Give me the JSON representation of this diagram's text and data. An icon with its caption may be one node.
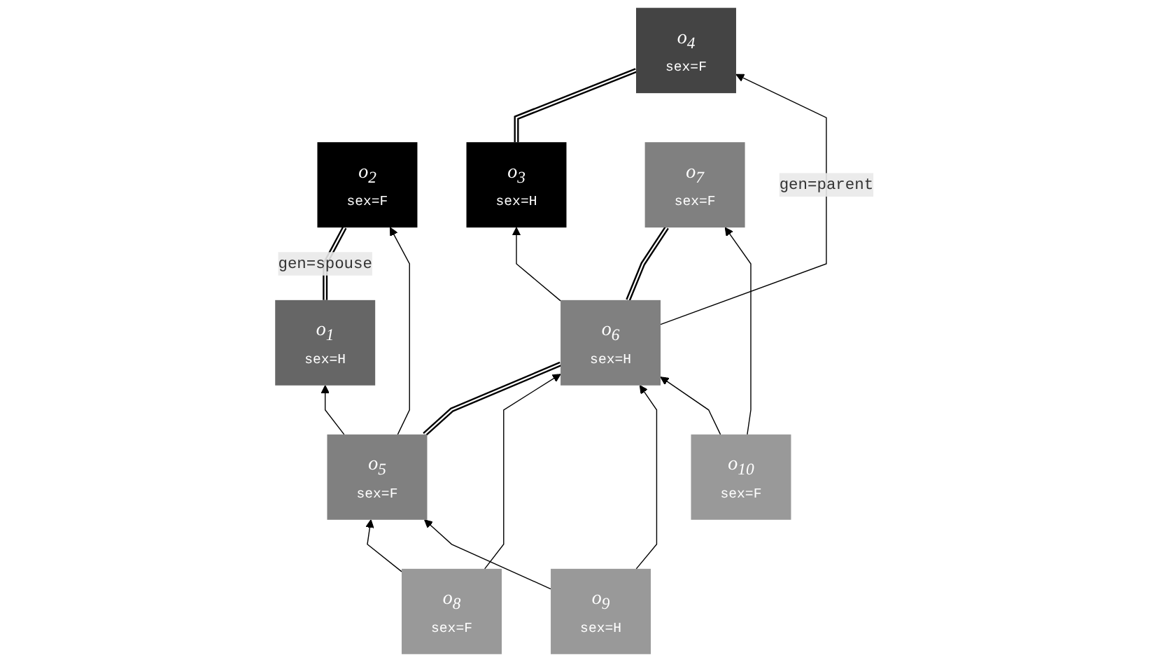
{
  "diagram": {
    "nodes": [
      {
        "text": [
          "o$_{1}$",
          "sex=H"
        ]
      },
      {
        "text": [
          "o$_{2}$",
          "sex=F"
        ]
      },
      {
        "text": [
          "o$_{3}$",
          "sex=H"
        ]
      },
      {
        "text": [
          "o$_{4}$",
          "sex=F"
        ]
      },
      {
        "text": [
          "o$_{5}$",
          "sex=F"
        ]
      },
      {
        "text": [
          "o$_{6}$",
          "sex=H"
        ]
      },
      {
        "text": [
          "o$_{7}$",
          "sex=F"
        ]
      },
      {
        "text": [
          "o$_{8}$",
          "sex=F"
        ]
      },
      {
        "text": [
          "o$_{9}$",
          "sex=H"
        ]
      },
      {
        "text": [
          "o$_{10}$",
          "sex=F"
        ]
      }
    ],
    "edges": [
      {
        "from": 0,
        "to": 1,
        "arrow": "none",
        "style": "thick",
        "label": "gen=spouse"
      },
      {
        "from": 2,
        "to": 3,
        "arrow": "none",
        "style": "thick"
      },
      {
        "from": 4,
        "to": 0,
        "arrow": "to"
      },
      {
        "from": 4,
        "to": 1,
        "arrow": "to"
      },
      {
        "from": 5,
        "to": 2,
        "arrow": "to"
      },
      {
        "from": 5,
        "to": 3,
        "arrow": "to",
        "label": "gen=parent"
      },
      {
        "from": 4,
        "to": 5,
        "arrow": "none",
        "style": "thick"
      },
      {
        "from": 5,
        "to": 6,
        "arrow": "none",
        "style": "thick"
      },
      {
        "from": 7,
        "to": 4,
        "arrow": "to"
      },
      {
        "from": 7,
        "to": 5,
        "arrow": "to"
      },
      {
        "from": 8,
        "to": 4,
        "arrow": "to"
      },
      {
        "from": 8,
        "to": 5,
        "arrow": "to"
      },
      {
        "from": 9,
        "to": 5,
        "arrow": "to"
      },
      {
        "from": 9,
        "to": 6,
        "arrow": "to"
      }
    ]
  }
}
